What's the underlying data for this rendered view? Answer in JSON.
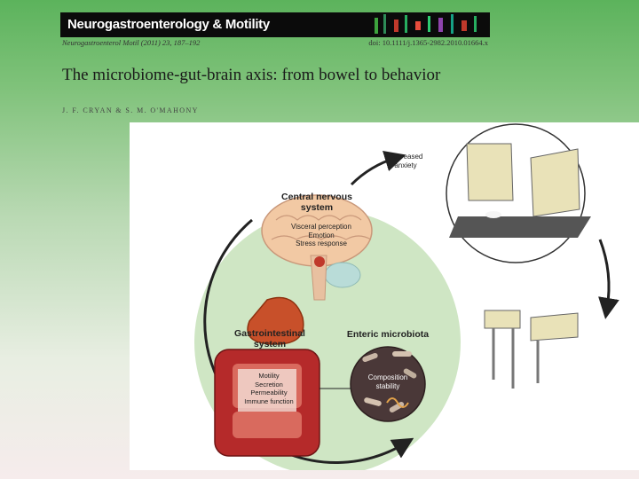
{
  "header": {
    "journal_name": "Neurogastroenterology & Motility",
    "citation_left": "Neurogastroenterol Motil (2011) 23, 187–192",
    "citation_right": "doi: 10.1111/j.1365-2982.2010.01664.x",
    "title": "The microbiome-gut-brain axis: from bowel to behavior",
    "authors": "J. F. CRYAN & S. M. O'MAHONY"
  },
  "figure": {
    "cns_title": "Central nervous system",
    "cns_functions": [
      "Visceral perception",
      "Emotion",
      "Stress response"
    ],
    "gi_title": "Gastrointestinal system",
    "gi_functions": [
      "Motility",
      "Secretion",
      "Permeability",
      "Immune function"
    ],
    "microbiota_title": "Enteric microbiota",
    "microbiota_functions": [
      "Composition",
      "stability"
    ],
    "behavior_label": [
      "Decreased",
      "anxiety"
    ]
  },
  "colors": {
    "circle_fill": "#cfe6c4",
    "brain": "#f2c9a4",
    "stomach": "#c8502a",
    "intestine": "#b52a2a",
    "microbiota_bg": "#4a3838",
    "journal_bar": "#0b0b0b"
  }
}
